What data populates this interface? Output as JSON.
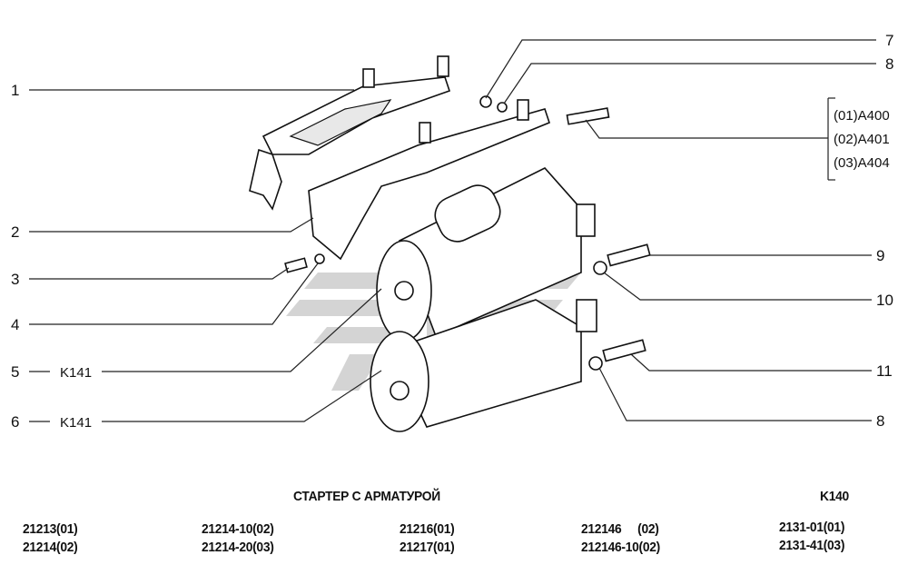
{
  "title": "СТАРТЕР С АРМАТУРОЙ",
  "page_code": "K140",
  "callouts_left": [
    {
      "num": "1",
      "code": ""
    },
    {
      "num": "2",
      "code": ""
    },
    {
      "num": "3",
      "code": ""
    },
    {
      "num": "4",
      "code": ""
    },
    {
      "num": "5",
      "code": "K141"
    },
    {
      "num": "6",
      "code": "K141"
    }
  ],
  "callouts_right": [
    {
      "num": "7"
    },
    {
      "num": "8"
    },
    {
      "num": "9"
    },
    {
      "num": "10"
    },
    {
      "num": "11"
    },
    {
      "num": "8"
    }
  ],
  "variants": [
    "(01)A400",
    "(02)A401",
    "(03)A404"
  ],
  "models": [
    [
      "21213(01)",
      "21214(02)"
    ],
    [
      "21214-10(02)",
      "21214-20(03)"
    ],
    [
      "21216(01)",
      "21217(01)"
    ],
    [
      "212146     (02)",
      "212146-10(02)"
    ],
    [
      "2131-01(01)",
      "2131-41(03)"
    ]
  ]
}
